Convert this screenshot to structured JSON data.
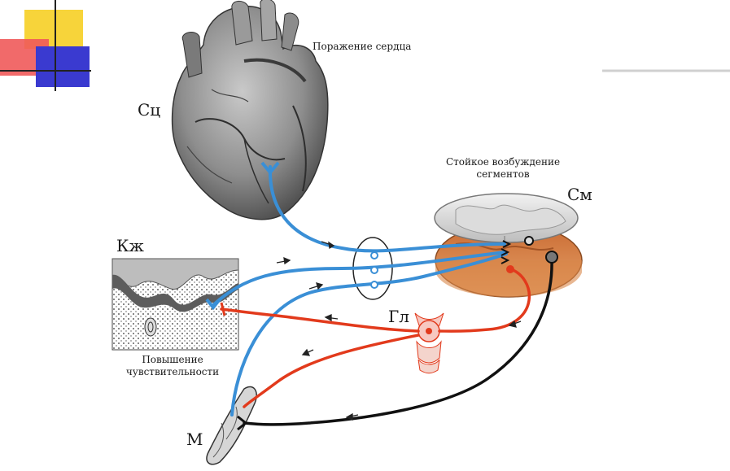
{
  "labels": {
    "heart": "Сц",
    "heart_lesion": "Поражение сердца",
    "skin": "Кж",
    "skin_note_line1": "Повышение",
    "skin_note_line2": "чувствительности",
    "segment": "См",
    "segment_note_line1": "Стойкое возбуждение",
    "segment_note_line2": "сегментов",
    "ganglion": "Гл",
    "muscle": "М"
  },
  "colors": {
    "afferent": "#3a8fd6",
    "sympathetic": "#e23a1c",
    "motor": "#111111",
    "corner_yellow": "#f7d43a",
    "corner_red": "#f05a5a",
    "corner_blue": "#3a3ad0",
    "slide_line": "#d0d0d0"
  },
  "icons": [
    "heart-illustration",
    "skin-section",
    "spinal-cord-segment",
    "ganglion-icon",
    "muscle-icon"
  ]
}
